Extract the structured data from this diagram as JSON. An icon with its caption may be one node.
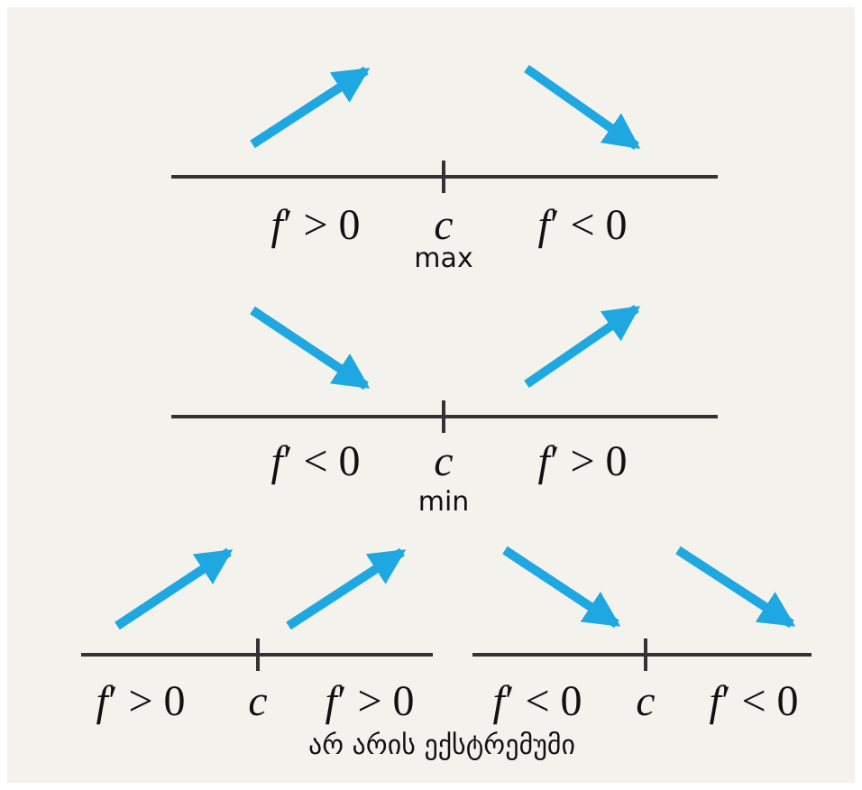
{
  "diagram": {
    "labels": [
      "*f*′ > 0",
      "c",
      "*f*′ < 0",
      "max",
      "*f*′ < 0",
      "c",
      "*f*′ > 0",
      "min",
      "*f*′ > 0",
      "c",
      "*f*′ > 0",
      "*f*′ < 0",
      "c",
      "*f*′ < 0",
      "არ არის ექსტრემუმი"
    ]
  }
}
